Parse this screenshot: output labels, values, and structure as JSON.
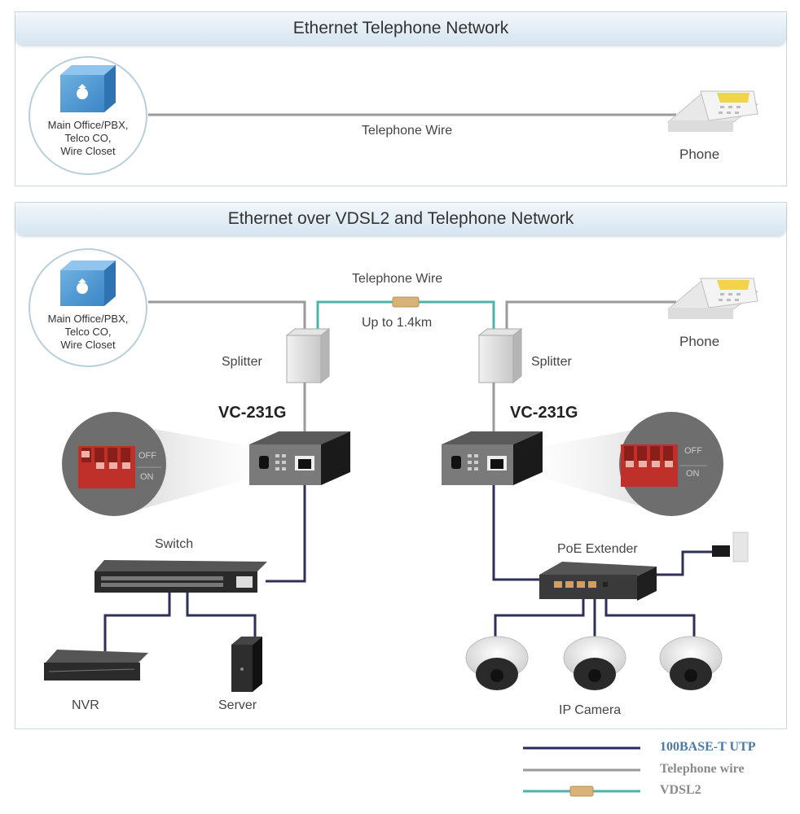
{
  "panels": {
    "top": {
      "title": "Ethernet Telephone Network",
      "office_label": [
        "Main Office/PBX,",
        "Telco CO,",
        "Wire Closet"
      ],
      "wire_label": "Telephone Wire",
      "phone_label": "Phone"
    },
    "bottom": {
      "title": "Ethernet over VDSL2 and Telephone Network",
      "office_label": [
        "Main Office/PBX,",
        "Telco CO,",
        "Wire Closet"
      ],
      "wire_label": "Telephone Wire",
      "distance_label": "Up to 1.4km",
      "phone_label": "Phone",
      "splitter_left": "Splitter",
      "splitter_right": "Splitter",
      "device_left": "VC-231G",
      "device_right": "VC-231G",
      "dip_off": "OFF",
      "dip_on": "ON",
      "switch_label": "Switch",
      "nvr_label": "NVR",
      "server_label": "Server",
      "poe_label": "PoE Extender",
      "camera_label": "IP Camera"
    }
  },
  "legend": {
    "items": [
      {
        "label": "100BASE-T UTP",
        "color": "#2a2a5e",
        "text_color": "#4a7aa5"
      },
      {
        "label": "Telephone wire",
        "color": "#999999",
        "text_color": "#8a8a8a"
      },
      {
        "label": "VDSL2",
        "color": "#4fb3a9",
        "text_color": "#8a8a8a"
      }
    ]
  },
  "colors": {
    "utp": "#2f2f5a",
    "telephone": "#9a9a9a",
    "vdsl2": "#4fb3a9",
    "vdsl_tag": "#d9b27a",
    "header_bg": "#dbe8f2",
    "dip_red": "#c0302a"
  }
}
